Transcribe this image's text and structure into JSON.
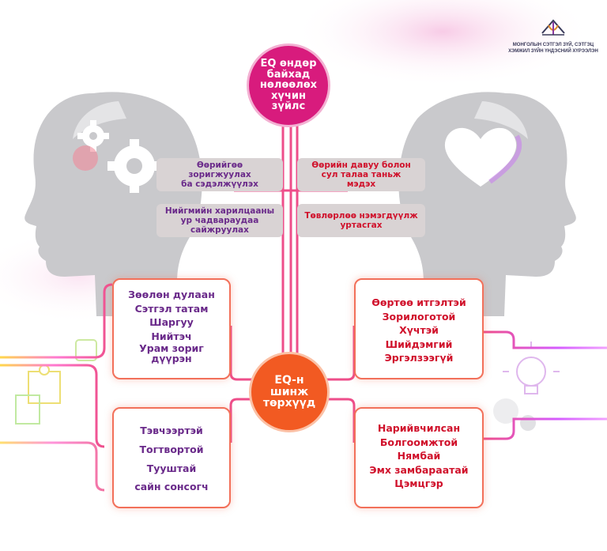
{
  "logo": {
    "org_line1": "МОНГОЛЫН СЭТГЭЛ ЗҮЙ, СЭТГЭЦ",
    "org_line2": "ХЭМЖИЛ ЗҮЙН ҮНДЭСНИЙ ХҮРЭЭЛЭН"
  },
  "top_circle": {
    "line1": "EQ өндөр",
    "line2": "байхад",
    "line3": "нөлөөлөх",
    "line4": "хүчин",
    "line5": "зүйлс"
  },
  "factors": [
    {
      "line1": "Өөрийгөө",
      "line2": "зоригжуулах",
      "line3": "ба сэдэлжүүлэх"
    },
    {
      "line1": "Өөрийн давуу болон",
      "line2": "сул талаа таньж",
      "line3": "мэдэх"
    },
    {
      "line1": "Нийгмийн харилцааны",
      "line2": "ур чадвараудаа",
      "line3": "сайжруулах"
    },
    {
      "line1": "Төвлөрлөө нэмэгдүүлж",
      "line2": "уртасгах"
    }
  ],
  "center_circle": {
    "line1": "EQ-н",
    "line2": "шинж",
    "line3": "төрхүүд"
  },
  "traits": {
    "top_left": [
      "Зөөлөн дулаан",
      "Сэтгэл татам",
      "Шаргуу",
      "Нийтэч",
      "Урам зориг",
      "дүүрэн"
    ],
    "bottom_left": [
      "Тэвчээртэй",
      "Тогтвортой",
      "Тууштай",
      "сайн сонсогч"
    ],
    "top_right": [
      "Өөртөө итгэлтэй",
      "Зорилоготой",
      "Хүчтэй",
      "Шийдэмгий",
      "Эргэлзээгүй"
    ],
    "bottom_right": [
      "Нарийвчилсан",
      "Болгоомжтой",
      "Нямбай",
      "Эмх замбараатай",
      "Цэмцгэр"
    ]
  },
  "colors": {
    "magenta": "#d81b7d",
    "orange": "#f25a22",
    "purple_text": "#6a2a8a",
    "red_text": "#d0112b",
    "box_border": "#f2705a",
    "gray_box": "#d9d3d4"
  }
}
